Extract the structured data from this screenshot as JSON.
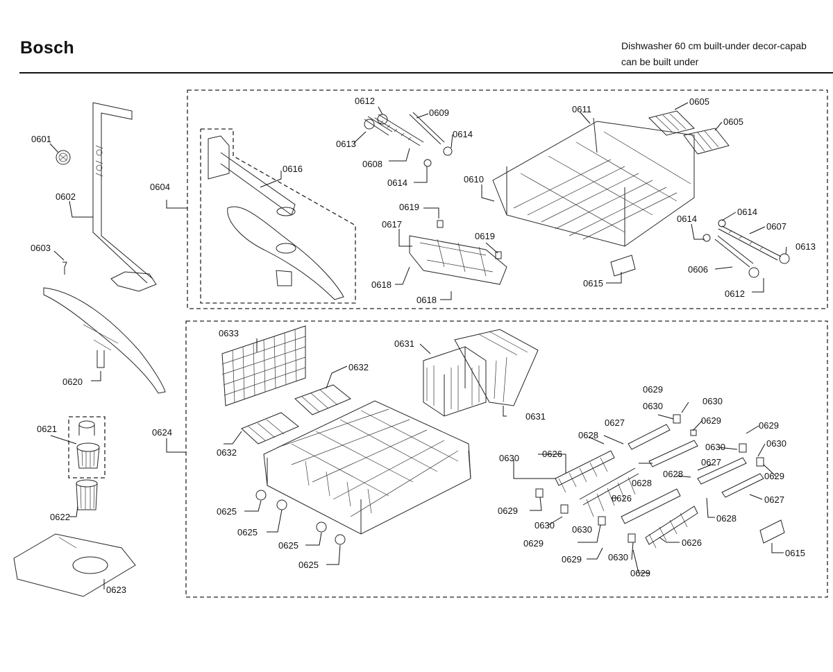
{
  "header": {
    "brand": "Bosch",
    "title_line1": "Dishwasher 60 cm built-under decor-capab",
    "title_line2": "can be built under"
  },
  "parts": {
    "p0601": "0601",
    "p0602": "0602",
    "p0603": "0603",
    "p0604": "0604",
    "p0605": "0605",
    "p0606": "0606",
    "p0607": "0607",
    "p0608": "0608",
    "p0609": "0609",
    "p0610": "0610",
    "p0611": "0611",
    "p0612": "0612",
    "p0613": "0613",
    "p0614": "0614",
    "p0615": "0615",
    "p0616": "0616",
    "p0617": "0617",
    "p0618": "0618",
    "p0619": "0619",
    "p0620": "0620",
    "p0621": "0621",
    "p0622": "0622",
    "p0623": "0623",
    "p0624": "0624",
    "p0625": "0625",
    "p0626": "0626",
    "p0627": "0627",
    "p0628": "0628",
    "p0629": "0629",
    "p0630": "0630",
    "p0631": "0631",
    "p0632": "0632",
    "p0633": "0633"
  }
}
